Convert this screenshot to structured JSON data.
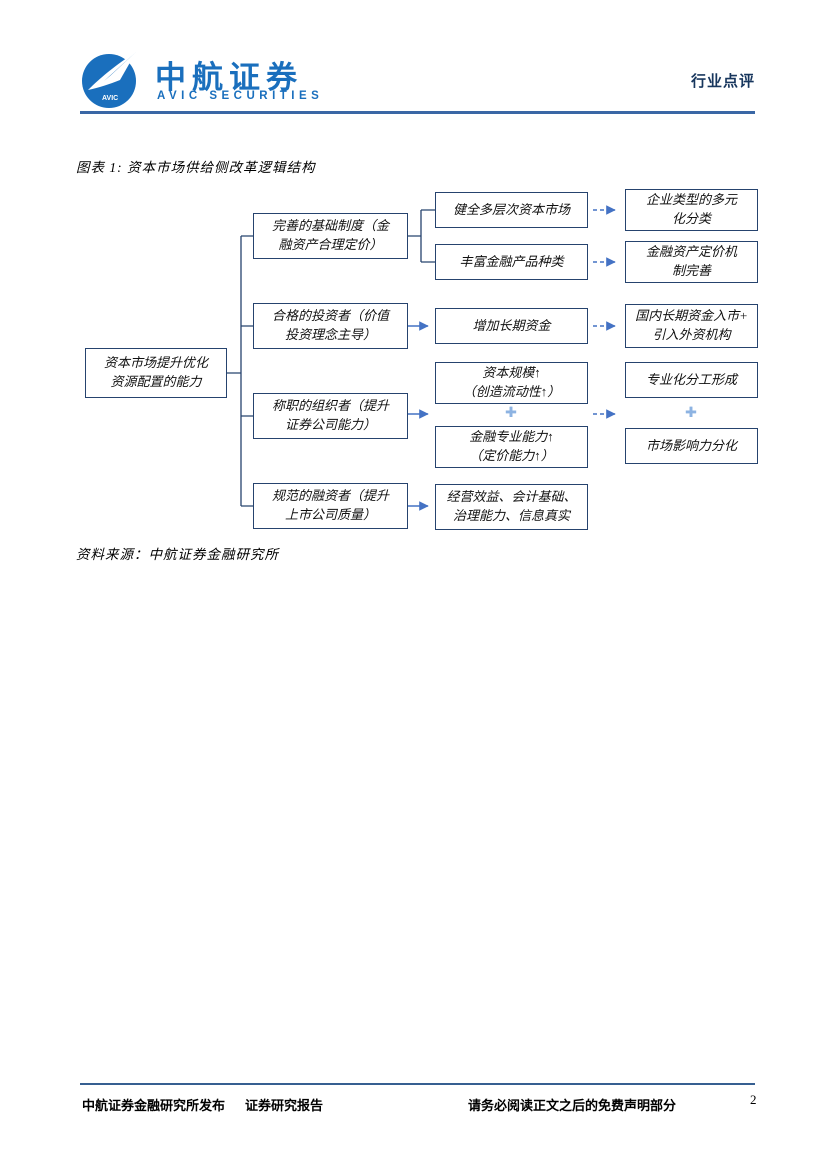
{
  "header": {
    "brand_cn": "中航证券",
    "brand_en": "AVIC  SECURITIES",
    "logo_text": "AVIC",
    "doc_type": "行业点评"
  },
  "figure": {
    "title": "图表 1:  资本市场供给侧改革逻辑结构",
    "source": "资料来源：中航证券金融研究所"
  },
  "flowchart": {
    "root": "资本市场提升优化\n资源配置的能力",
    "drivers": {
      "institutions": "完善的基础制度（金\n融资产合理定价）",
      "investors": "合格的投资者（价值\n投资理念主导）",
      "organizers": "称职的组织者（提升\n证券公司能力）",
      "financiers": "规范的融资者（提升\n上市公司质量）"
    },
    "outcomes": {
      "multi_level_market": "健全多层次资本市场",
      "product_variety": "丰富金融产品种类",
      "long_term_funds": "增加长期资金",
      "capital_scale": "资本规模↑\n（创造流动性↑）",
      "pricing_ability": "金融专业能力↑\n（定价能力↑）",
      "listed_company_basics": "经营效益、会计基础、\n治理能力、信息真实"
    },
    "results": {
      "enterprise_classification": "企业类型的多元\n化分类",
      "pricing_mechanism": "金融资产定价机\n制完善",
      "funds_inflow": "国内长期资金入市+\n引入外资机构",
      "specialization": "专业化分工形成",
      "market_influence": "市场影响力分化"
    },
    "plus_sign": "✚"
  },
  "footer": {
    "publisher": "中航证券金融研究所发布",
    "report_type": "证券研究报告",
    "disclaimer": "请务必阅读正文之后的免费声明部分",
    "page_number": "2"
  },
  "colors": {
    "brand_blue": "#1a6fbd",
    "header_navy": "#17365d",
    "rule_blue": "#3a67a5",
    "box_border": "#26436e",
    "connector_blue": "#4472c4",
    "plus_blue": "#8db3e2"
  }
}
